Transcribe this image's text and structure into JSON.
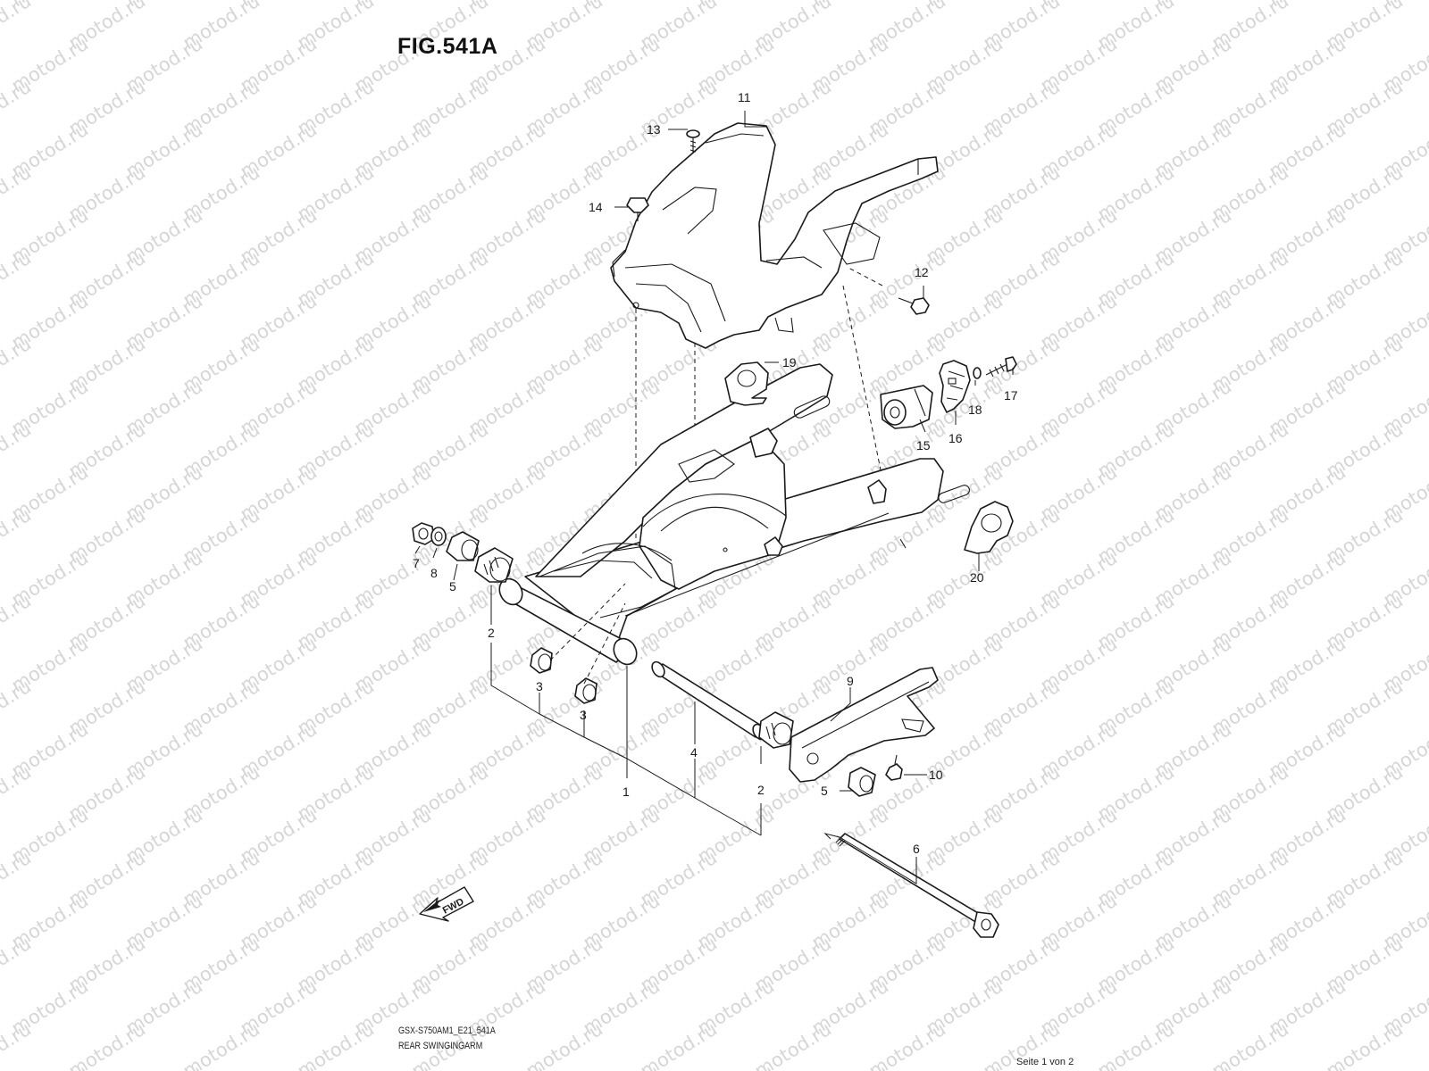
{
  "figure": {
    "title": "FIG.541A",
    "model_code": "GSX-S750AM1_E21_541A",
    "section_name": "REAR SWINGINGARM",
    "page_indicator": "Seite 1 von 2",
    "watermark": "motod.ru",
    "fwd_label": "FWD"
  },
  "callouts": [
    {
      "id": "callout-1",
      "text": "1"
    },
    {
      "id": "callout-2a",
      "text": "2"
    },
    {
      "id": "callout-2b",
      "text": "2"
    },
    {
      "id": "callout-3a",
      "text": "3"
    },
    {
      "id": "callout-3b",
      "text": "3"
    },
    {
      "id": "callout-4",
      "text": "4"
    },
    {
      "id": "callout-5a",
      "text": "5"
    },
    {
      "id": "callout-5b",
      "text": "5"
    },
    {
      "id": "callout-6",
      "text": "6"
    },
    {
      "id": "callout-7",
      "text": "7"
    },
    {
      "id": "callout-8",
      "text": "8"
    },
    {
      "id": "callout-9",
      "text": "9"
    },
    {
      "id": "callout-10",
      "text": "10"
    },
    {
      "id": "callout-11",
      "text": "11"
    },
    {
      "id": "callout-12",
      "text": "12"
    },
    {
      "id": "callout-13",
      "text": "13"
    },
    {
      "id": "callout-14",
      "text": "14"
    },
    {
      "id": "callout-15",
      "text": "15"
    },
    {
      "id": "callout-16",
      "text": "16"
    },
    {
      "id": "callout-17",
      "text": "17"
    },
    {
      "id": "callout-18",
      "text": "18"
    },
    {
      "id": "callout-19",
      "text": "19"
    },
    {
      "id": "callout-20",
      "text": "20"
    }
  ],
  "colors": {
    "line": "#1a1a1a",
    "watermark": "#d6d6d6",
    "background": "#ffffff"
  }
}
